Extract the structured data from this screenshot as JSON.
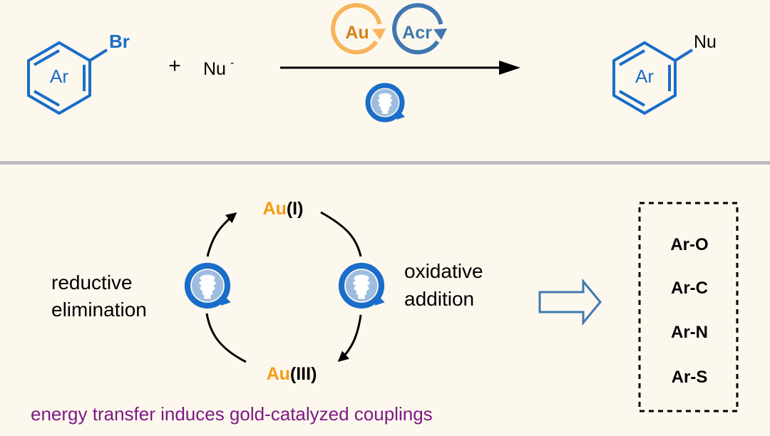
{
  "reaction": {
    "reactant_substituent": "Br",
    "ring_label": "Ar",
    "plus": "+",
    "nucleophile": "Nu",
    "nucleophile_charge": "-",
    "gold_catalyst": "Au",
    "photocatalyst": "Acr",
    "product_substituent": "Nu",
    "product_ring_label": "Ar"
  },
  "cycle": {
    "top_metal": "Au",
    "top_ox": "(I)",
    "bottom_metal": "Au",
    "bottom_ox": "(III)",
    "left_step_line1": "reductive",
    "left_step_line2": "elimination",
    "right_step_line1": "oxidative",
    "right_step_line2": "addition"
  },
  "products": [
    "Ar-O",
    "Ar-C",
    "Ar-N",
    "Ar-S"
  ],
  "caption": "energy transfer induces gold-catalyzed couplings",
  "colors": {
    "background": "#fdf8ee",
    "blue": "#1a6dc9",
    "gold": "#f39c12",
    "gold_light": "#f7b45a",
    "steel_blue": "#3f78b0",
    "caption_purple": "#7d1a86",
    "divider": "#bcbcbc"
  },
  "icons": [
    "lightbulb-icon",
    "catalytic-cycle-arrow-icon",
    "hollow-arrow-icon"
  ]
}
